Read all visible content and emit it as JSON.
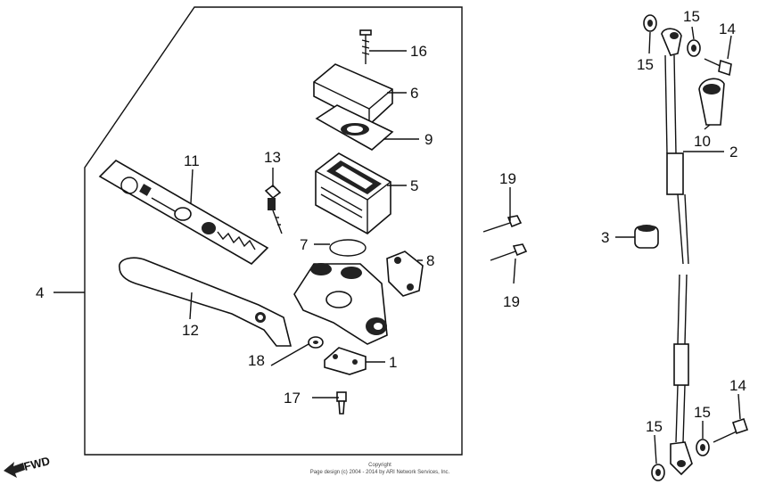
{
  "callouts": {
    "c1": "1",
    "c2": "2",
    "c3": "3",
    "c4": "4",
    "c5": "5",
    "c6": "6",
    "c7": "7",
    "c8": "8",
    "c9": "9",
    "c10": "10",
    "c11": "11",
    "c12": "12",
    "c13": "13",
    "c14a": "14",
    "c14b": "14",
    "c15a": "15",
    "c15b": "15",
    "c15c": "15",
    "c15d": "15",
    "c16": "16",
    "c17": "17",
    "c18": "18",
    "c19a": "19",
    "c19b": "19"
  },
  "fwd_label": "FWD",
  "copyright": {
    "line1": "Copyright",
    "line2": "Page design (c) 2004 - 2014 by ARI Network Services, Inc."
  }
}
